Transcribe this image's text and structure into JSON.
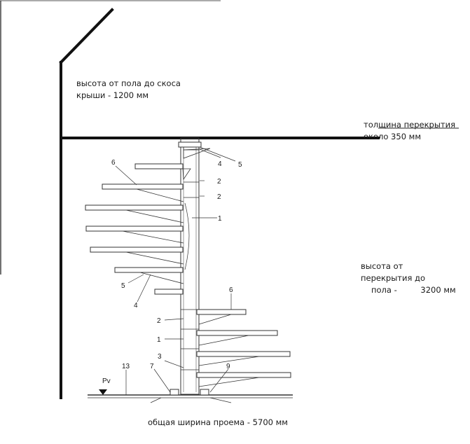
{
  "notes": {
    "roof_height_line1": "высота от пола до скоса",
    "roof_height_line2": "крыши - 1200 мм",
    "slab_line1": "толщина перекрытия",
    "slab_line2": "около 350 мм",
    "floor_height_line1": "высота от",
    "floor_height_line2": "перекрытия до",
    "floor_height_line3_a": "пола -",
    "floor_height_line3_b": "3200 мм",
    "opening_width": "общая ширина проема - 5700 мм"
  },
  "callouts": {
    "c1a": "1",
    "c1b": "1",
    "c2a": "2",
    "c2b": "2",
    "c2c": "2",
    "c3": "3",
    "c4a": "4",
    "c4b": "4",
    "c5a": "5",
    "c5b": "5",
    "c6a": "6",
    "c6b": "6",
    "c7": "7",
    "c9": "9",
    "c13": "13",
    "pv": "Pv"
  },
  "colors": {
    "ink": "#111111",
    "drawing": "#333333"
  }
}
